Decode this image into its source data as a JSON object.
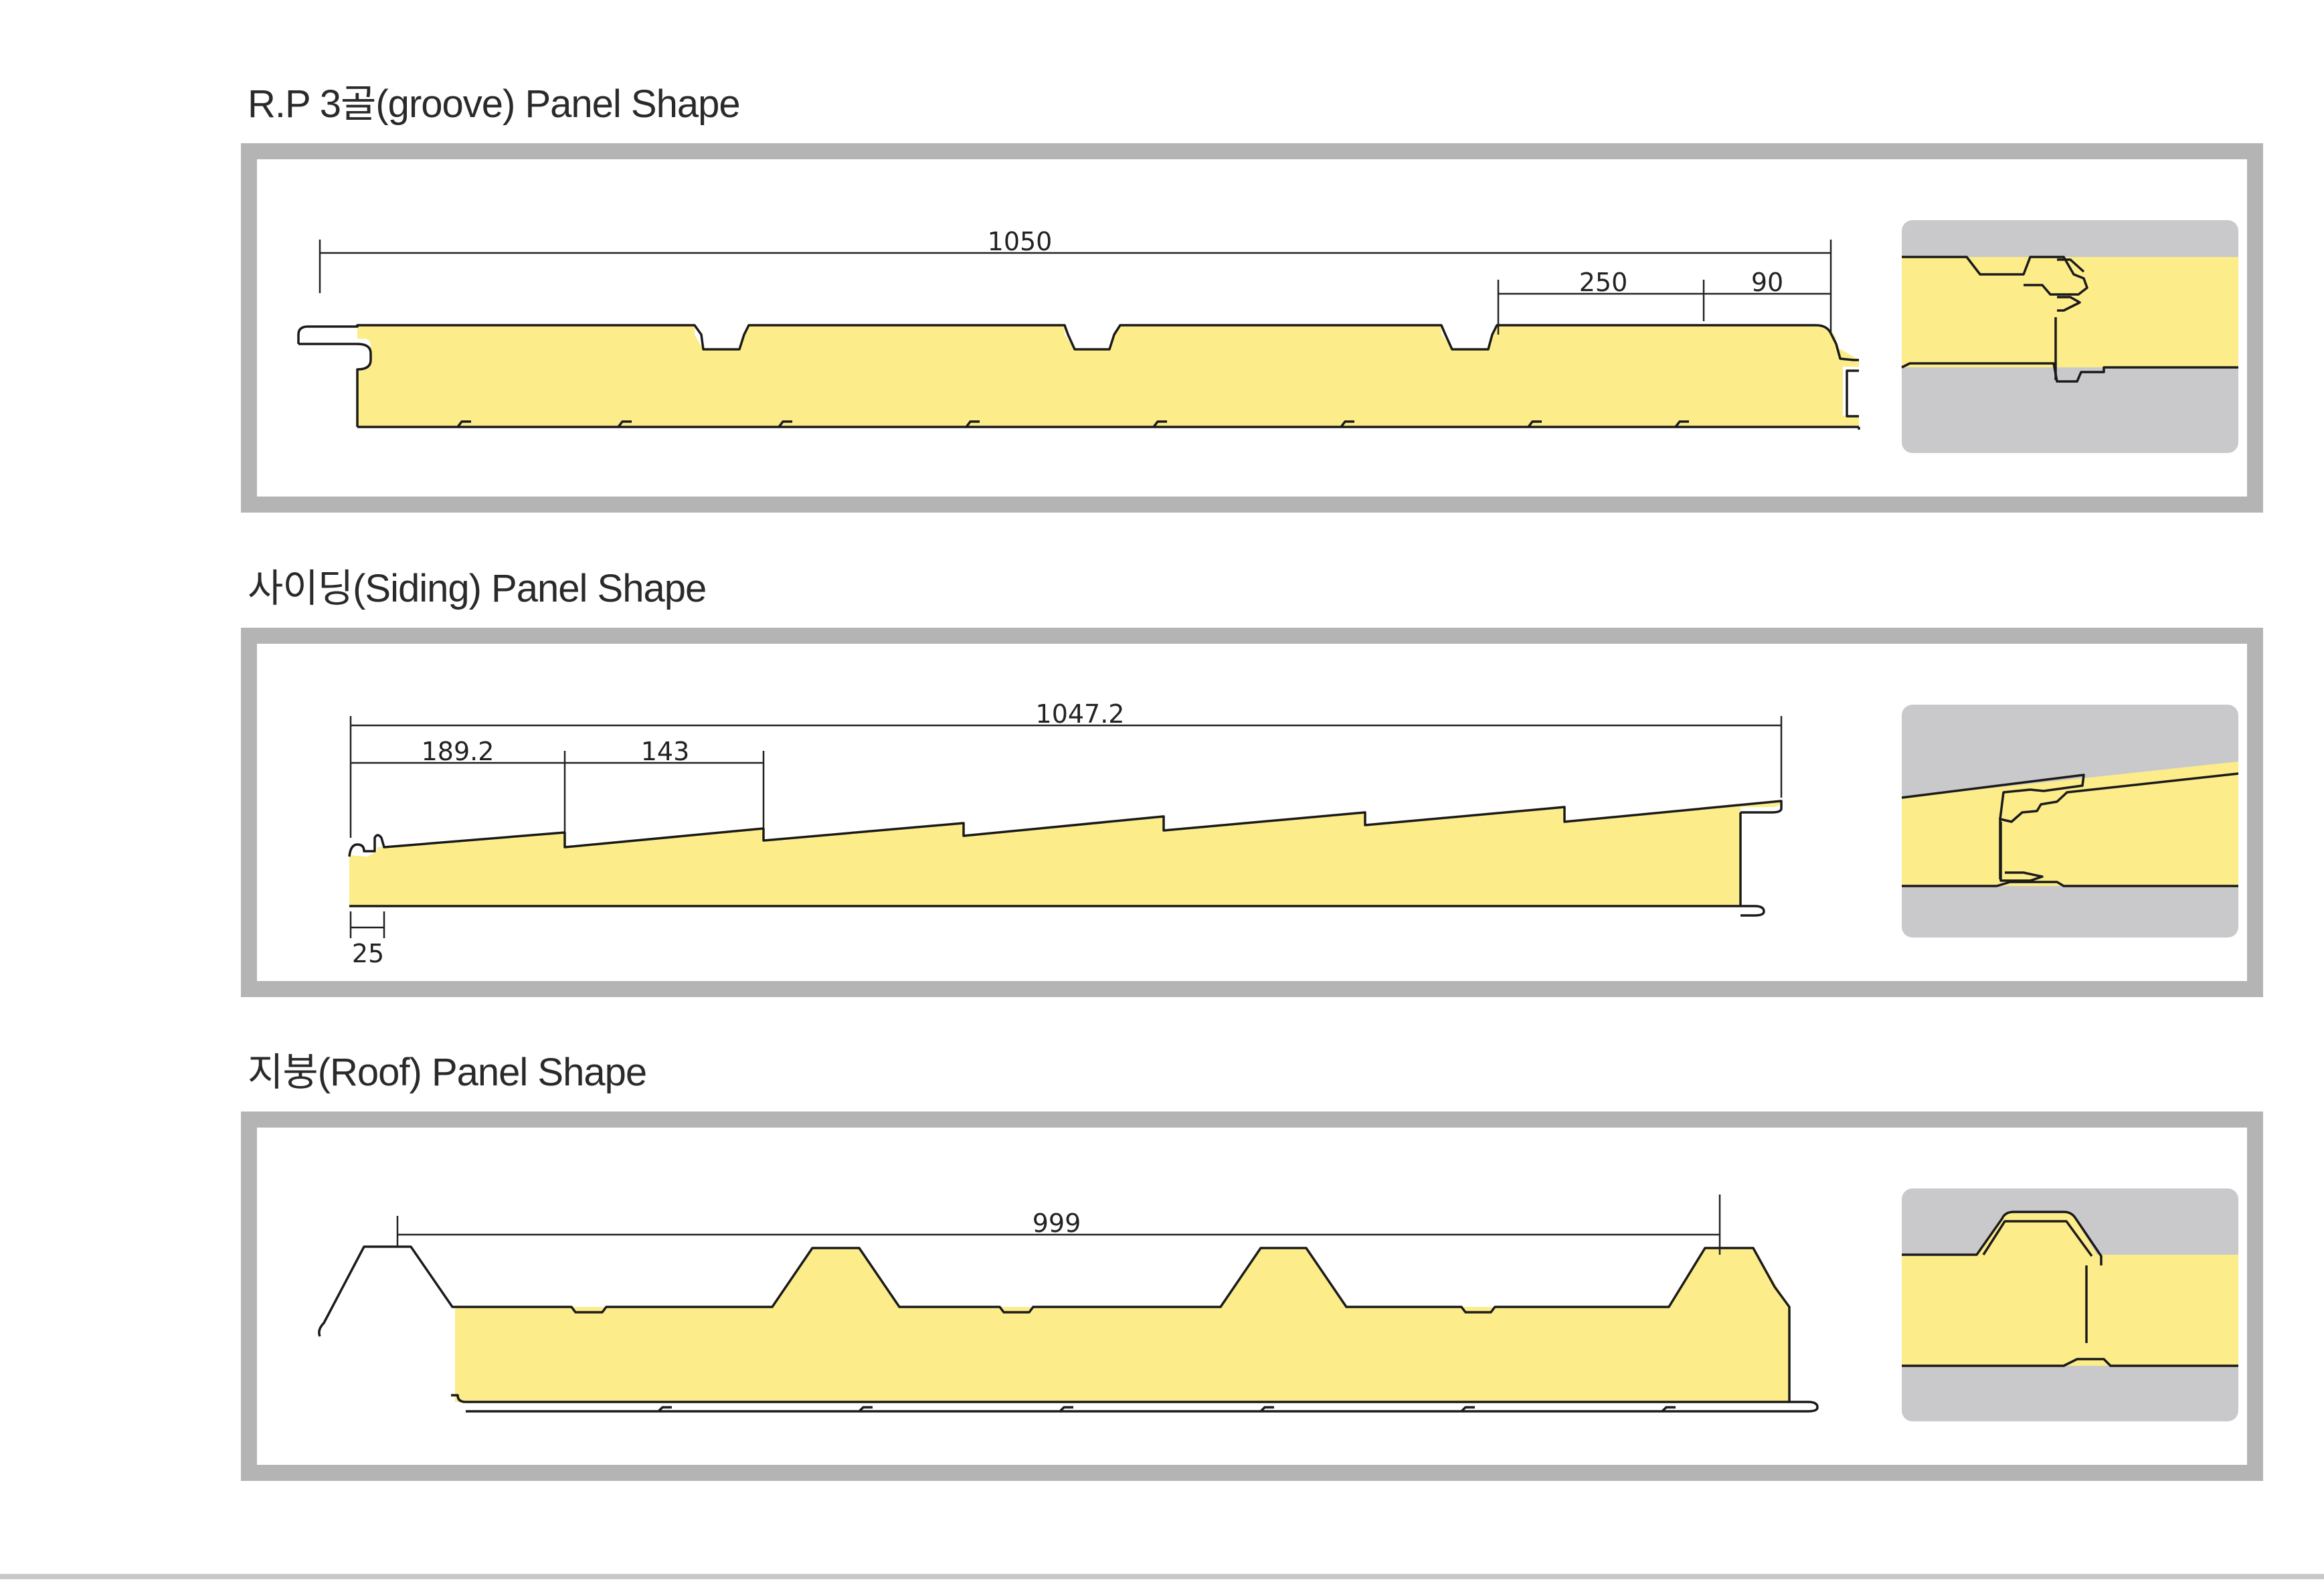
{
  "sections": [
    {
      "title": "R.P 3골(groove) Panel Shape",
      "dimensions": {
        "overall": "1050",
        "rib_pitch": "250",
        "edge": "90"
      }
    },
    {
      "title": "사이딩(Siding) Panel Shape",
      "dimensions": {
        "overall": "1047.2",
        "first_step": "189.2",
        "step": "143",
        "edge": "25"
      }
    },
    {
      "title": "지붕(Roof) Panel Shape",
      "dimensions": {
        "overall": "999"
      }
    }
  ],
  "colors": {
    "frame": "#b4b4b4",
    "foam_core": "#fcec8a",
    "steel_skin": "#1a1a1a",
    "detail_background": "#c9c9cb"
  }
}
